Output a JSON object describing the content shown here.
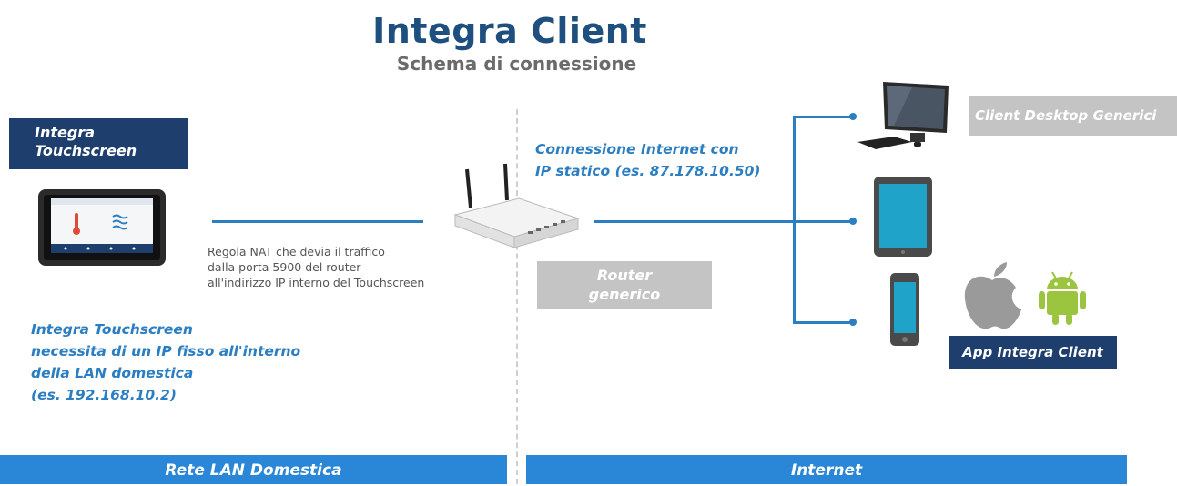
{
  "header": {
    "title": "Integra Client",
    "subtitle": "Schema di connessione"
  },
  "left": {
    "device_label": "Integra\nTouchscreen",
    "nat_note": "Regola NAT che devia il traffico\ndalla porta 5900 del router\nall'indirizzo IP interno del Touchscreen",
    "ip_note": "Integra Touchscreen\nnecessita di un IP fisso all'interno\ndella LAN domestica\n(es. 192.168.10.2)"
  },
  "center": {
    "connection_note": "Connessione Internet con\n IP statico (es. 87.178.10.50)",
    "router_label": "Router\ngenerico"
  },
  "right": {
    "clients_label": "Client Desktop Generici",
    "app_label": "App Integra Client"
  },
  "footer": {
    "left_bar": "Rete LAN Domestica",
    "right_bar": "Internet"
  },
  "colors": {
    "title": "#1e4f7e",
    "accent_blue": "#2b7ec1",
    "dark_label": "#1e3f6e",
    "grey_label": "#c4c4c4",
    "bar_blue": "#2a86d6"
  },
  "icons": [
    "touchscreen-device-icon",
    "thermometer-icon",
    "waves-icon",
    "router-icon",
    "desktop-computer-icon",
    "tablet-icon",
    "smartphone-icon",
    "apple-logo-icon",
    "android-logo-icon"
  ]
}
